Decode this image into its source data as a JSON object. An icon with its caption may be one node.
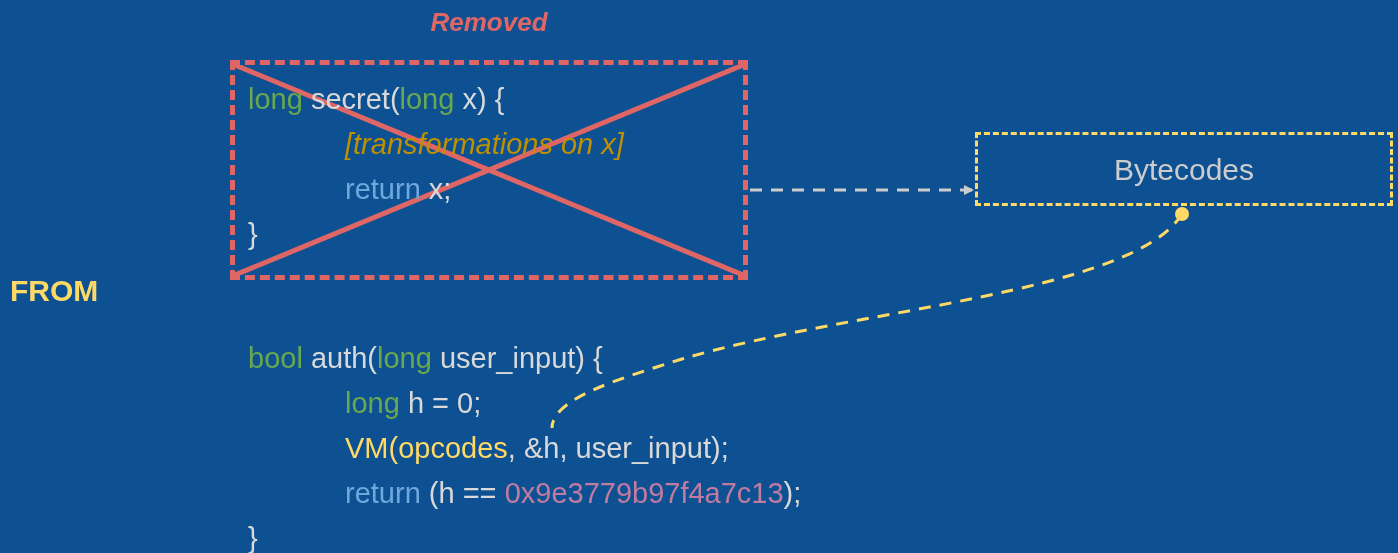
{
  "diagram": {
    "nodes": [
      {
        "text": [
          "Removed",
          "long secret(long x) {",
          "[transformations on x]",
          "return x;",
          "}"
        ]
      },
      {
        "text": [
          "Bytecodes"
        ]
      },
      {
        "text": [
          "VM(opcodes, &h, user_input);"
        ]
      }
    ],
    "edges": [
      {
        "from": 0,
        "to": 1,
        "arrow": "to",
        "style": "dashed",
        "color": "#cccccc"
      },
      {
        "from": 1,
        "to": 2,
        "arrow": "other",
        "style": "dashed",
        "color": "#ffd966"
      }
    ],
    "labels": [
      "FROM",
      "bool auth(long user_input) {",
      "long h = 0;",
      "return (h == 0x9e3779b97f4a7c13);",
      "}"
    ]
  }
}
